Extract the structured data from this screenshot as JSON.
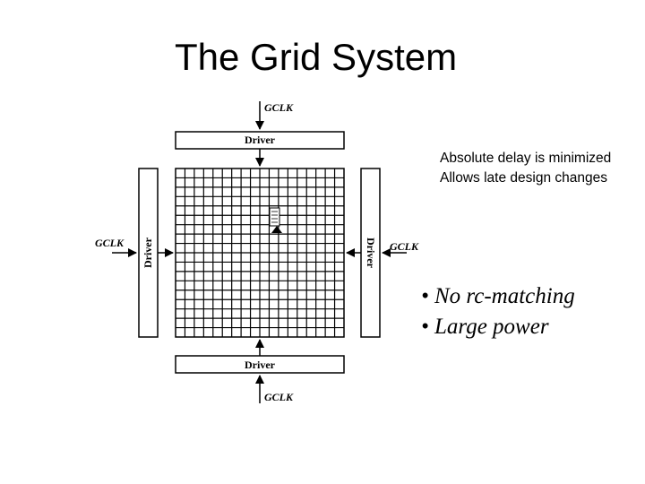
{
  "title": "The Grid System",
  "benefits": [
    "Absolute delay is minimized",
    "Allows late design changes"
  ],
  "drawbacks": [
    "• No rc-matching",
    "• Large power"
  ],
  "diagram": {
    "clock_label": "GCLK",
    "driver_label": "Driver",
    "grid": {
      "columns": 18,
      "rows": 18
    },
    "colors": {
      "stroke": "#000000",
      "background": "#ffffff"
    }
  }
}
